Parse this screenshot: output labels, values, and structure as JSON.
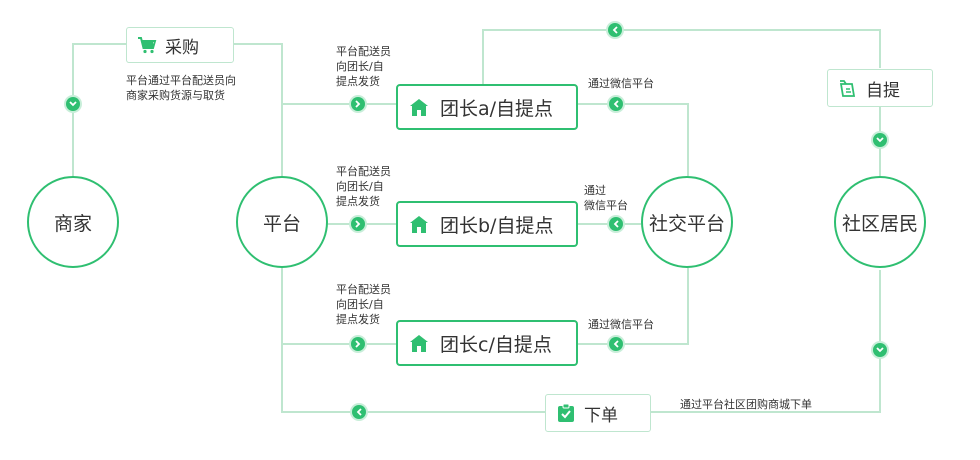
{
  "nodes": {
    "merchant": "商家",
    "platform": "平台",
    "social": "社交平台",
    "residents": "社区居民"
  },
  "tags": {
    "purchase": "采购",
    "self_pickup": "自提",
    "order": "下单"
  },
  "leaders": {
    "a": "团长a/自提点",
    "b": "团长b/自提点",
    "c": "团长c/自提点"
  },
  "notes": {
    "purchase_desc": [
      "平台通过平台配送员向",
      "商家采购货源与取货"
    ],
    "delivery_a": [
      "平台配送员",
      "向团长/自",
      "提点发货"
    ],
    "delivery_b": [
      "平台配送员",
      "向团长/自",
      "提点发货"
    ],
    "delivery_c": [
      "平台配送员",
      "向团长/自",
      "提点发货"
    ],
    "wechat_a": "通过微信平台",
    "wechat_b": [
      "通过",
      "微信平台"
    ],
    "wechat_c": "通过微信平台",
    "order_desc": "通过平台社区团购商城下单"
  },
  "icons": {
    "purchase": "shopping-cart-icon",
    "self_pickup": "shopping-bag-icon",
    "order": "clipboard-check-icon",
    "leader": "house-icon",
    "arrow": "arrow-dot-icon"
  },
  "colors": {
    "accent": "#2fbf71",
    "line": "#bfe6cf"
  }
}
